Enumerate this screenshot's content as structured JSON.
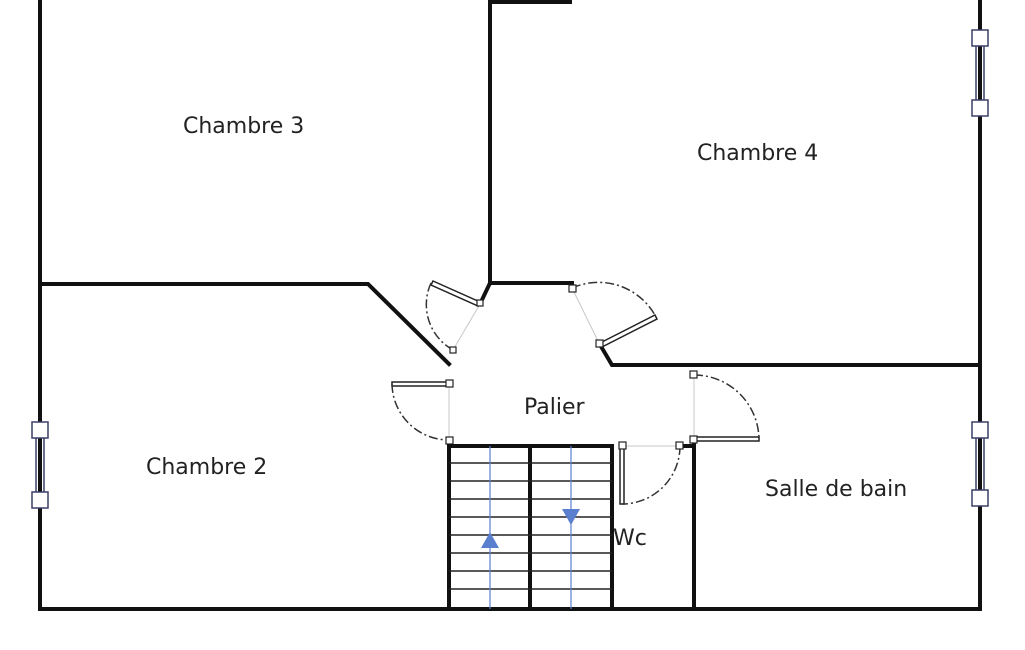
{
  "rooms": {
    "chambre3": "Chambre 3",
    "chambre4": "Chambre 4",
    "chambre2": "Chambre 2",
    "palier": "Palier",
    "salle_de_bain": "Salle de bain",
    "wc": "Wc"
  },
  "colors": {
    "walls": "#111111",
    "stair_arrows": "#5b7fcf",
    "windows": "#3a3f66"
  }
}
